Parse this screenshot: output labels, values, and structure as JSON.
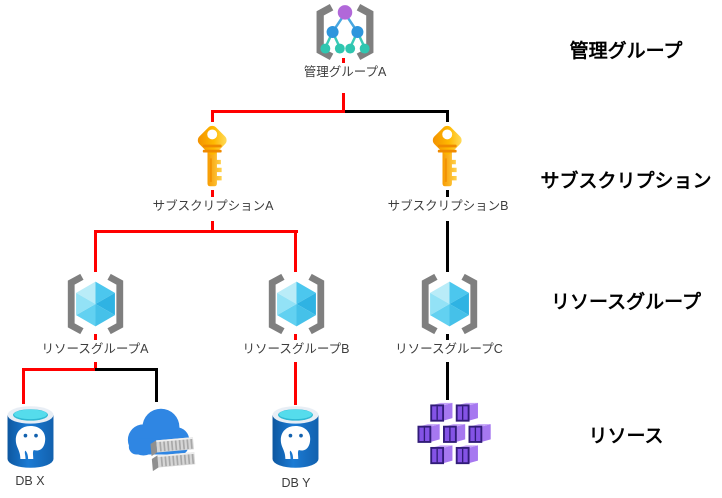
{
  "diagram": {
    "nodes": {
      "management_group_a": "管理グループA",
      "subscription_a": "サブスクリプションA",
      "subscription_b": "サブスクリプションB",
      "resource_group_a": "リソースグループA",
      "resource_group_b": "リソースグループB",
      "resource_group_c": "リソースグループC",
      "db_x": "DB X",
      "db_y": "DB Y"
    },
    "level_labels": [
      "管理グループ",
      "サブスクリプション",
      "リソースグループ",
      "リソース"
    ],
    "icons": {
      "management_group": "management-group-brackets-tree-icon",
      "subscription": "gold-key-icon",
      "resource_group": "brackets-cube-icon",
      "database": "postgresql-cylinder-icon",
      "container_cloud": "cloud-containers-icon",
      "container_cluster": "purple-containers-icon"
    },
    "colors": {
      "red_line": "#ff0000",
      "black_line": "#000000",
      "node_label_text": "#3d3d3d",
      "level_label_text": "#000000",
      "background": "#ffffff",
      "key_gold": "#ffb900",
      "cube_cyan": "#45c1e9",
      "db_blue": "#1261ae",
      "cloud_blue": "#2f86e3",
      "container_purple": "#8453e6",
      "bracket_gray": "#7f7f7f"
    }
  }
}
